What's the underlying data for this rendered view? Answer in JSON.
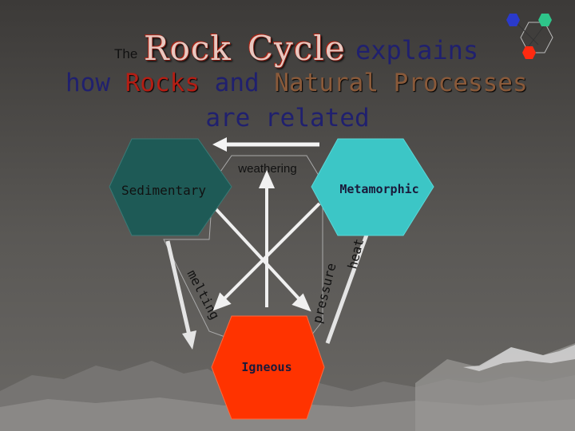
{
  "title": {
    "prefix": "The",
    "word1": "Rock",
    "word2": "Cycle",
    "word3": "explains",
    "line2_a": "how",
    "line2_b": "Rocks",
    "line2_c": "and",
    "line2_d": "Natural Processes",
    "line3": "are related"
  },
  "diagram": {
    "nodes": [
      {
        "id": "sedimentary",
        "label": "Sedimentary",
        "color": "#1e5a56"
      },
      {
        "id": "metamorphic",
        "label": "Metamorphic",
        "color": "#3cc6c6"
      },
      {
        "id": "igneous",
        "label": "Igneous",
        "color": "#ff3300"
      }
    ],
    "processes": {
      "weathering": "weathering",
      "melting": "melting",
      "heat": "heat",
      "pressure": "pressure"
    }
  },
  "colors": {
    "title_blue": "#20206e",
    "rock_red": "#b41e14",
    "sedimentary": "#1e5a56",
    "metamorphic": "#3cc6c6",
    "igneous": "#ff3300"
  },
  "logo": {
    "icon": "rock-cycle-logo-icon"
  }
}
